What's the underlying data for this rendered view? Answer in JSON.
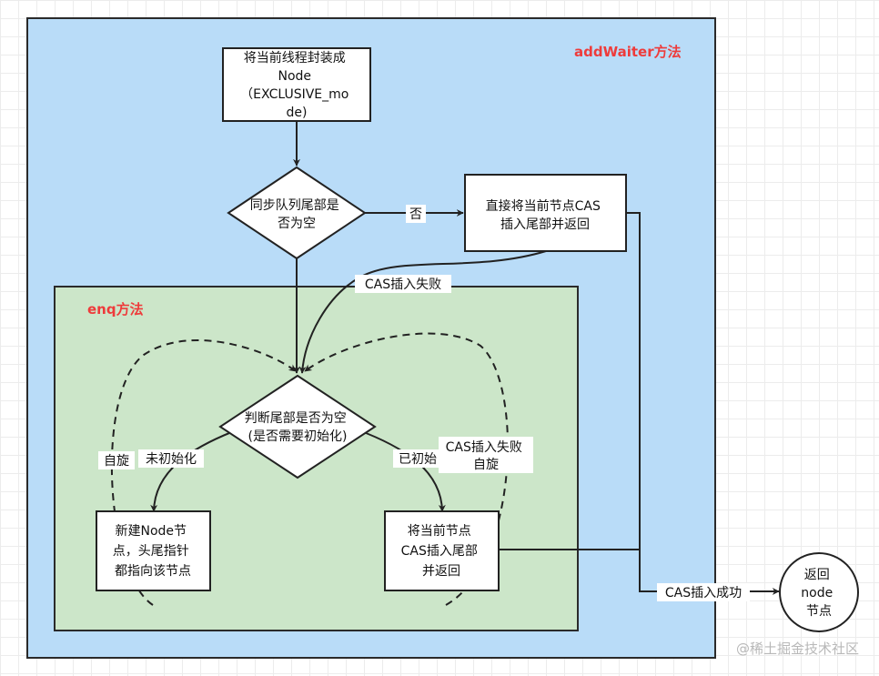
{
  "addwaiter_title": "addWaiter方法",
  "enq_title": "enq方法",
  "nodes": {
    "wrap_node": [
      "将当前线程封装成",
      "Node",
      "（EXCLUSIVE_mo",
      "de)"
    ],
    "tail_null_check": [
      "同步队列尾部是",
      "否为空"
    ],
    "cas_direct": [
      "直接将当前节点CAS",
      "插入尾部并返回"
    ],
    "judge_tail": [
      "判断尾部是否为空",
      "(是否需要初始化)"
    ],
    "new_node": [
      "新建Node节",
      "点，头尾指针",
      "都指向该节点"
    ],
    "cas_tail": [
      "将当前节点",
      "CAS插入尾部",
      "并返回"
    ],
    "return_node": [
      "返回",
      "node",
      "节点"
    ]
  },
  "edges": {
    "no": "否",
    "cas_fail": "CAS插入失败",
    "not_init": "未初始化",
    "spin_left": "自旋",
    "inited": "已初始",
    "cas_fail_spin": [
      "CAS插入失败",
      "自旋"
    ],
    "cas_success": "CAS插入成功"
  },
  "watermark": "@稀土掘金技术社区"
}
